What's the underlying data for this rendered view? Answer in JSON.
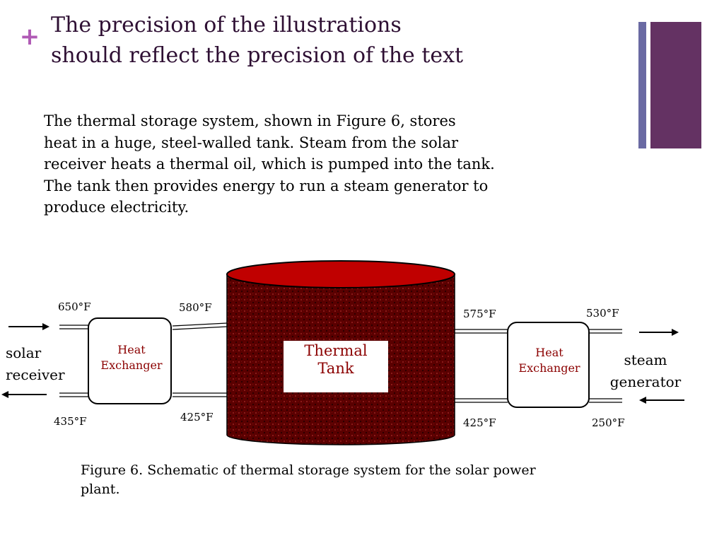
{
  "slide": {
    "title_lines": [
      "The precision of the illustrations",
      "should reflect the precision of the text"
    ],
    "accent_color": "#b05ab5",
    "bar_colors": [
      "#6a6aa3",
      "#643263"
    ]
  },
  "body": {
    "lines": [
      "The thermal storage system, shown in Figure 6, stores",
      "heat in a huge, steel-walled tank.  Steam from the solar",
      "receiver heats a thermal oil, which is pumped into the tank.",
      "The tank then provides energy to run a steam generator to",
      "produce electricity."
    ]
  },
  "diagram": {
    "left_source": [
      "solar",
      "receiver"
    ],
    "right_sink": [
      "steam",
      "generator"
    ],
    "left_exchanger": [
      "Heat",
      "Exchanger"
    ],
    "right_exchanger": [
      "Heat",
      "Exchanger"
    ],
    "tank_label": [
      "Thermal",
      "Tank"
    ],
    "temperatures": {
      "left_in_top": "650°F",
      "left_out_top": "580°F",
      "left_bottom_outer": "435°F",
      "left_bottom_inner": "425°F",
      "right_top_inner": "575°F",
      "right_top_outer": "530°F",
      "right_bottom_inner": "425°F",
      "right_bottom_outer": "250°F"
    },
    "colors": {
      "tank_body": "#5a0000",
      "tank_top": "#c00000",
      "exchanger_text": "#8b0000",
      "tank_text": "#8b0000"
    }
  },
  "caption": {
    "lines": [
      "Figure 6. Schematic of thermal storage system for the solar power",
      "plant."
    ]
  }
}
